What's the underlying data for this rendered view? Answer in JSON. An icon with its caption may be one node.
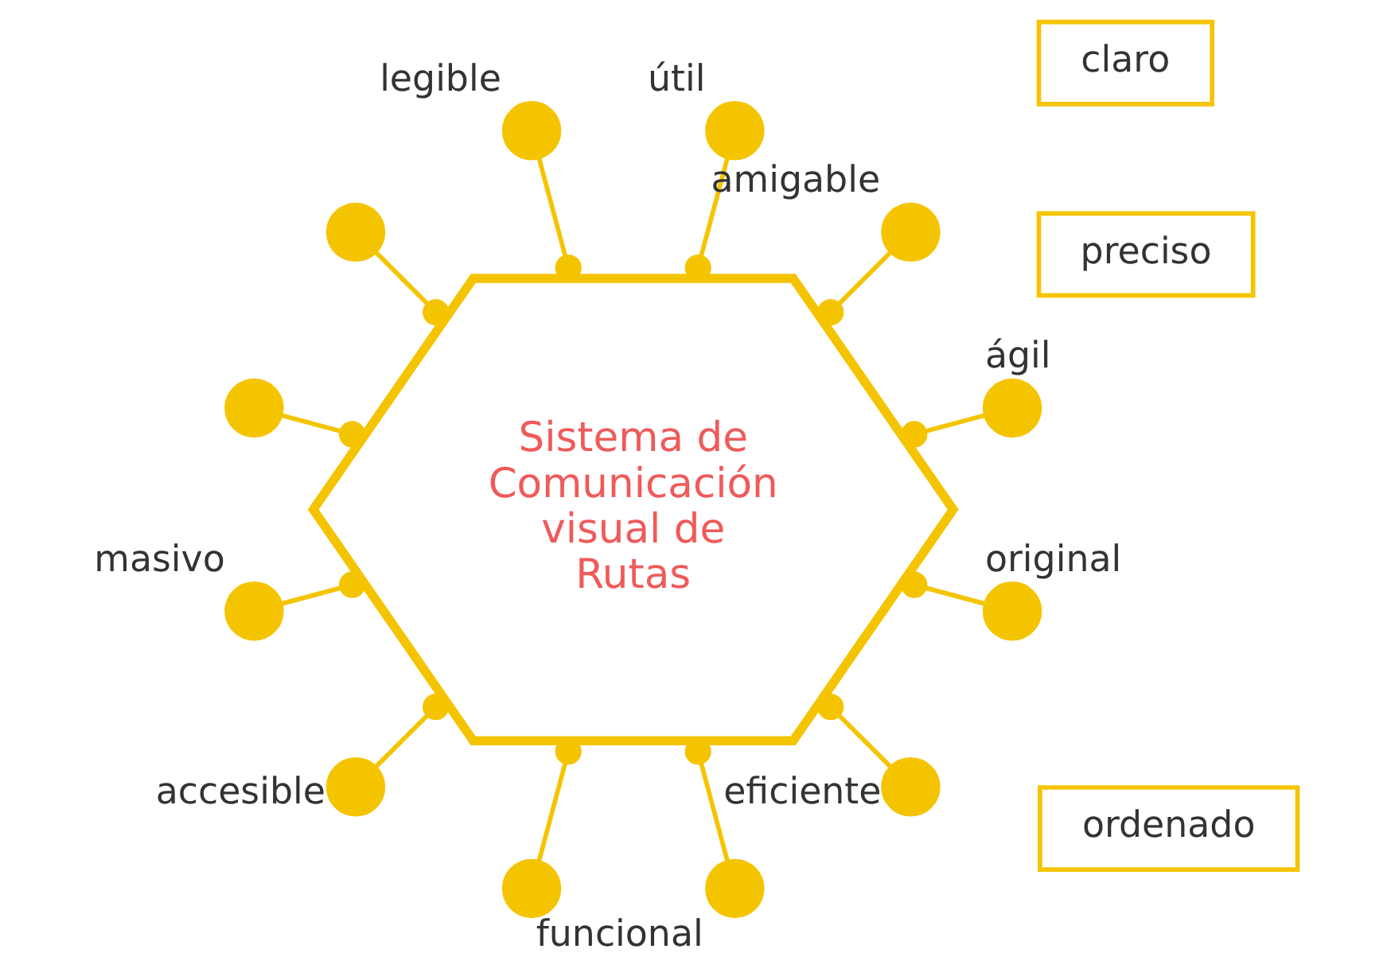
{
  "diagram": {
    "nodes": [
      {
        "text": [
          "Sistema de Comunicación visual de Rutas"
        ]
      },
      {
        "text": [],
        "shape": "circle",
        "beside": [
          "ágil"
        ]
      },
      {
        "text": [],
        "shape": "circle",
        "beside": [
          "amigable"
        ]
      },
      {
        "text": [],
        "shape": "circle",
        "beside": [
          "útil"
        ]
      },
      {
        "text": [],
        "shape": "circle",
        "beside": [
          "legible"
        ]
      },
      {
        "text": [],
        "shape": "circle"
      },
      {
        "text": [],
        "shape": "circle"
      },
      {
        "text": [],
        "shape": "circle",
        "beside": [
          "masivo"
        ]
      },
      {
        "text": [],
        "shape": "circle",
        "beside": [
          "accesible"
        ]
      },
      {
        "text": [],
        "shape": "circle"
      },
      {
        "text": [],
        "shape": "circle",
        "beside": [
          "funcional"
        ]
      },
      {
        "text": [],
        "shape": "circle",
        "beside": [
          "eficiente"
        ]
      },
      {
        "text": [],
        "shape": "circle",
        "beside": [
          "original"
        ]
      },
      {
        "text": [
          "claro"
        ]
      },
      {
        "text": [
          "preciso"
        ]
      },
      {
        "text": [
          "ordenado"
        ]
      }
    ],
    "edges": [
      {
        "from": 0,
        "to": 1,
        "arrow": "other"
      },
      {
        "from": 0,
        "to": 2,
        "arrow": "other"
      },
      {
        "from": 0,
        "to": 3,
        "arrow": "other"
      },
      {
        "from": 0,
        "to": 4,
        "arrow": "other"
      },
      {
        "from": 0,
        "to": 5,
        "arrow": "other"
      },
      {
        "from": 0,
        "to": 6,
        "arrow": "other"
      },
      {
        "from": 0,
        "to": 7,
        "arrow": "other"
      },
      {
        "from": 0,
        "to": 8,
        "arrow": "other"
      },
      {
        "from": 0,
        "to": 9,
        "arrow": "other"
      },
      {
        "from": 0,
        "to": 10,
        "arrow": "other"
      },
      {
        "from": 0,
        "to": 11,
        "arrow": "other"
      },
      {
        "from": 0,
        "to": 12,
        "arrow": "other"
      }
    ]
  }
}
